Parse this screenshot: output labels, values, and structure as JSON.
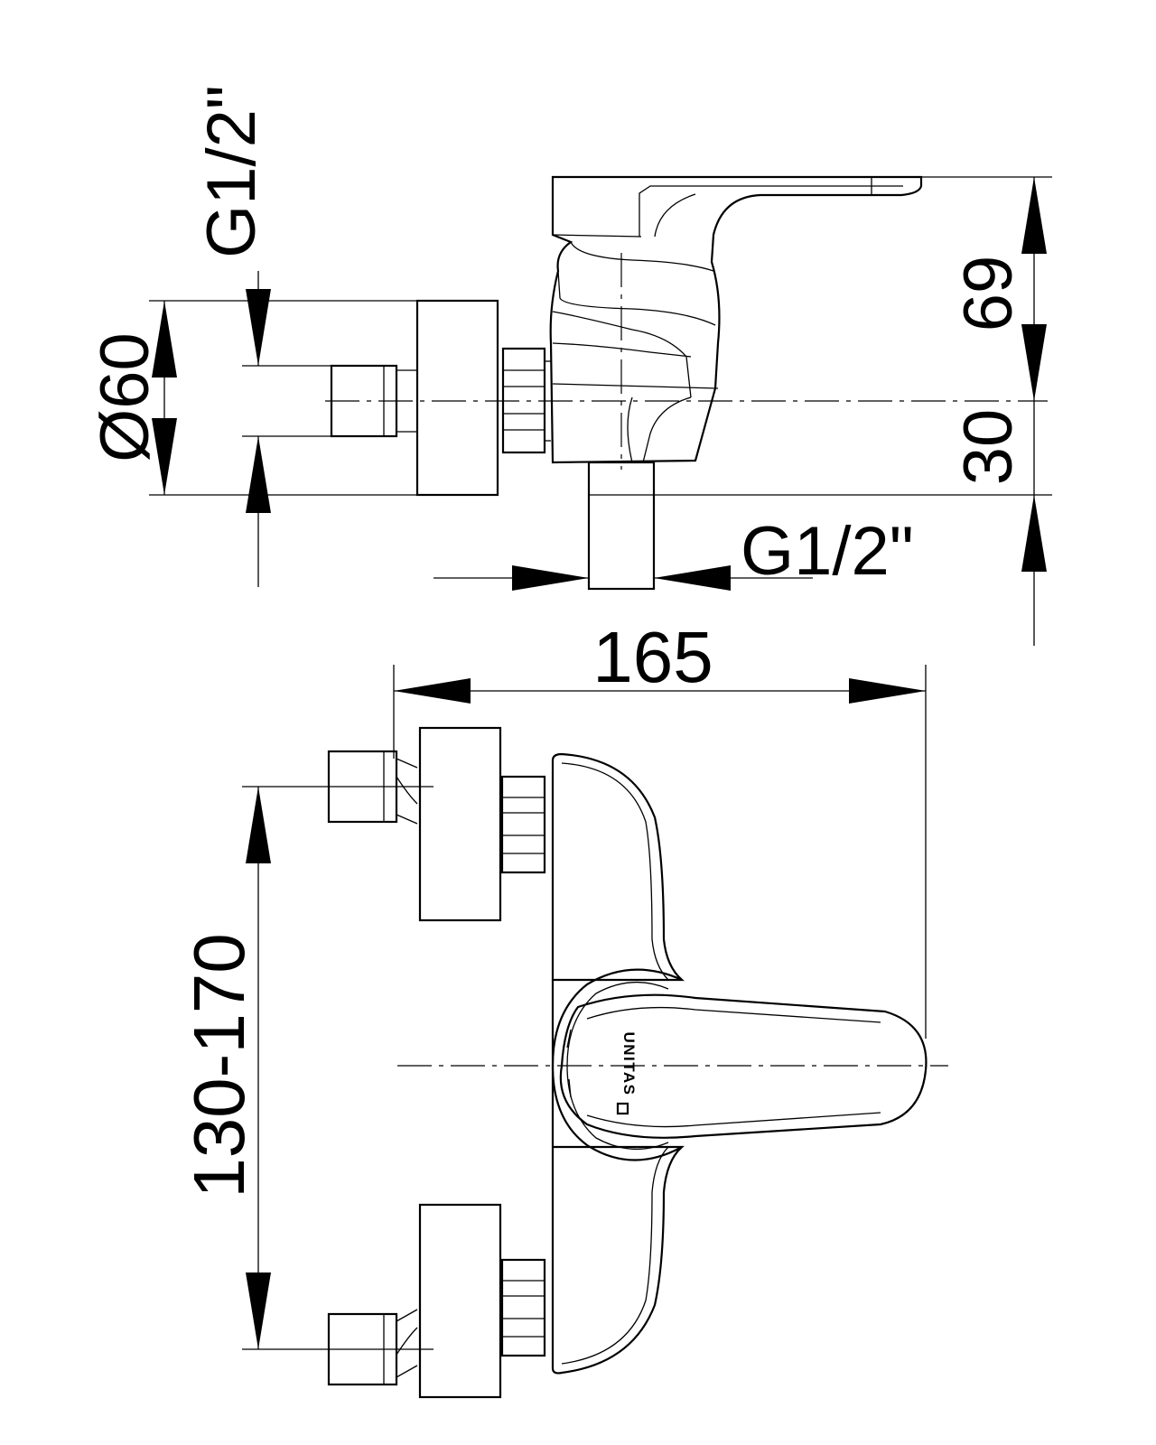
{
  "dimensions": {
    "top_thread": "G1/2\"",
    "diameter": "Ø60",
    "height_upper": "69",
    "height_lower": "30",
    "outlet_thread": "G1/2\"",
    "width": "165",
    "centers": "130-170"
  },
  "brand": {
    "name": "UNITAS"
  }
}
